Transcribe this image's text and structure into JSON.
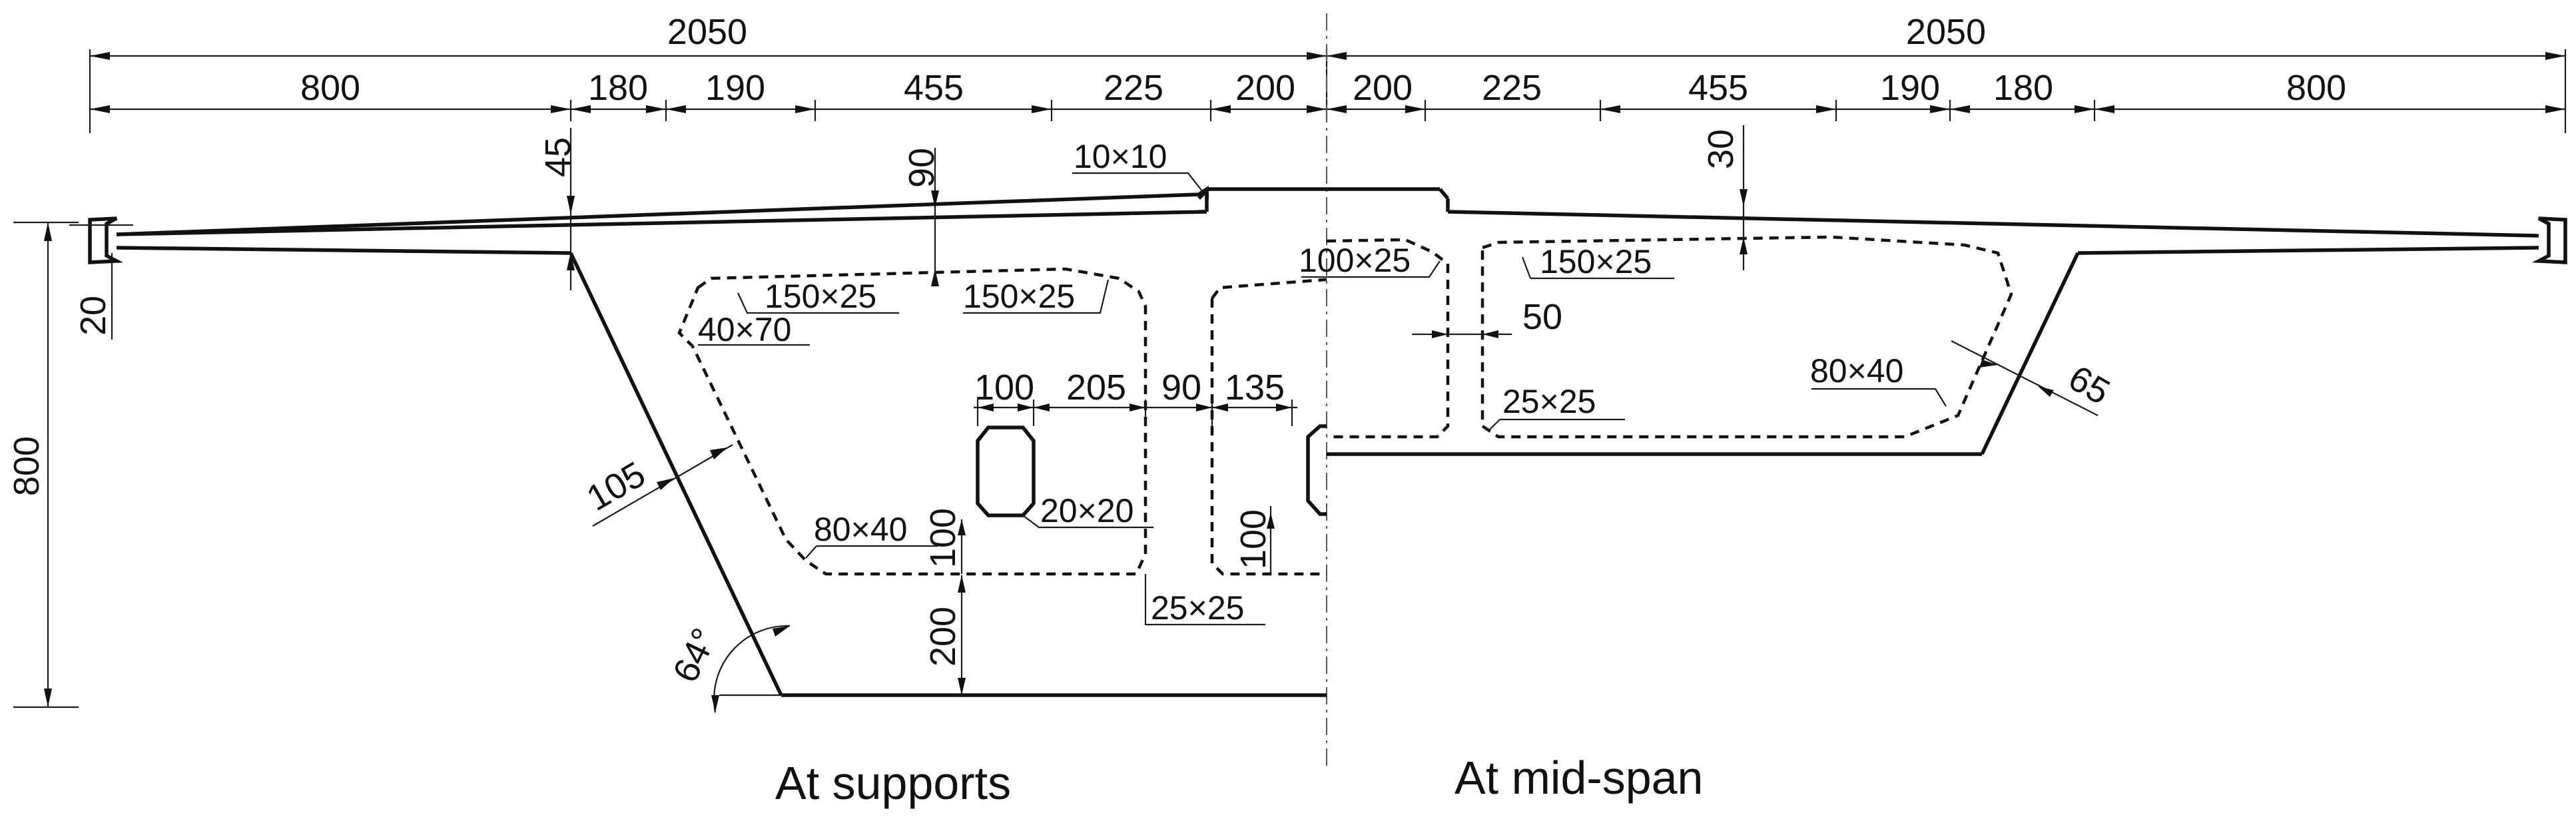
{
  "dimensions": {
    "total_left": "2050",
    "total_right": "2050",
    "segments_left": [
      "800",
      "180",
      "190",
      "455",
      "225",
      "200"
    ],
    "segments_right": [
      "200",
      "225",
      "455",
      "190",
      "180",
      "800"
    ],
    "cantilever_root_depth": "45",
    "top_slab_thickness": "90",
    "curb_edge": "20",
    "section_height": "800",
    "web_thickness_support": "105",
    "web_angle": "64°",
    "bottom_slab_support": "200",
    "web_thickness_midspan": "65",
    "top_slab_midspan": "30",
    "web_gap_midspan": "50",
    "inner_width_100": "100",
    "inner_width_205": "205",
    "inner_width_90": "90",
    "inner_width_135": "135",
    "inner_height_100_left": "100",
    "inner_height_100_right": "100"
  },
  "chamfers": {
    "center_block": "10×10",
    "support_top_left": "150×25",
    "support_top_right": "150×25",
    "support_side": "40×70",
    "support_bottom": "80×40",
    "manhole": "20×20",
    "support_bottom_inner": "25×25",
    "midspan_top_inner": "100×25",
    "midspan_top_outer": "150×25",
    "midspan_bottom_inner": "25×25",
    "midspan_bottom_outer": "80×40"
  },
  "captions": {
    "left": "At supports",
    "right": "At mid-span"
  }
}
